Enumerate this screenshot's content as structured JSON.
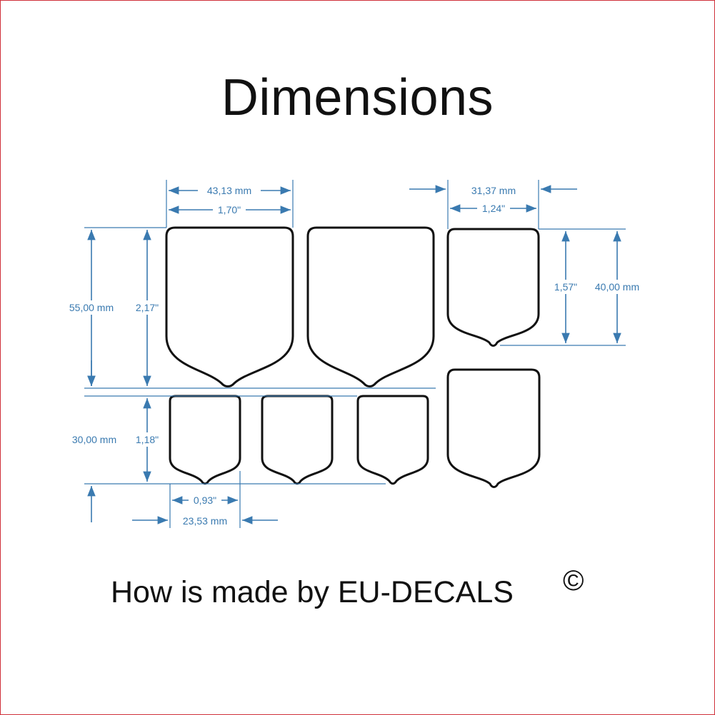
{
  "title": "Dimensions",
  "footer": {
    "text": "How is made by EU-DECALS",
    "copyright": "©"
  },
  "colors": {
    "dimension": "#3a7ab0",
    "outline": "#111111",
    "border": "#d0303a"
  },
  "labels": {
    "large_width_mm": "43,13 mm",
    "large_width_in": "1,70\"",
    "large_height_mm": "55,00 mm",
    "large_height_in": "2,17\"",
    "medium_width_mm": "31,37 mm",
    "medium_width_in": "1,24\"",
    "medium_height_in": "1,57\"",
    "medium_height_mm": "40,00 mm",
    "small_height_mm": "30,00 mm",
    "small_height_in": "1,18\"",
    "small_width_in": "0,93\"",
    "small_width_mm": "23,53 mm"
  }
}
